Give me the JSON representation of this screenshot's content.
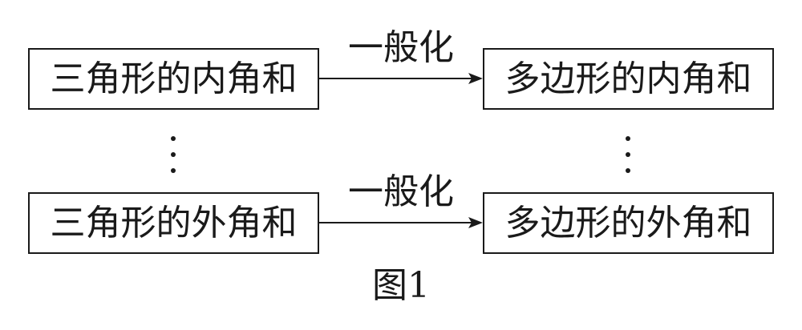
{
  "diagram": {
    "boxes": {
      "top_left": "三角形的内角和",
      "top_right": "多边形的内角和",
      "bottom_left": "三角形的外角和",
      "bottom_right": "多边形的外角和"
    },
    "arrow_labels": {
      "top": "一般化",
      "bottom": "一般化"
    },
    "caption": "图1"
  }
}
